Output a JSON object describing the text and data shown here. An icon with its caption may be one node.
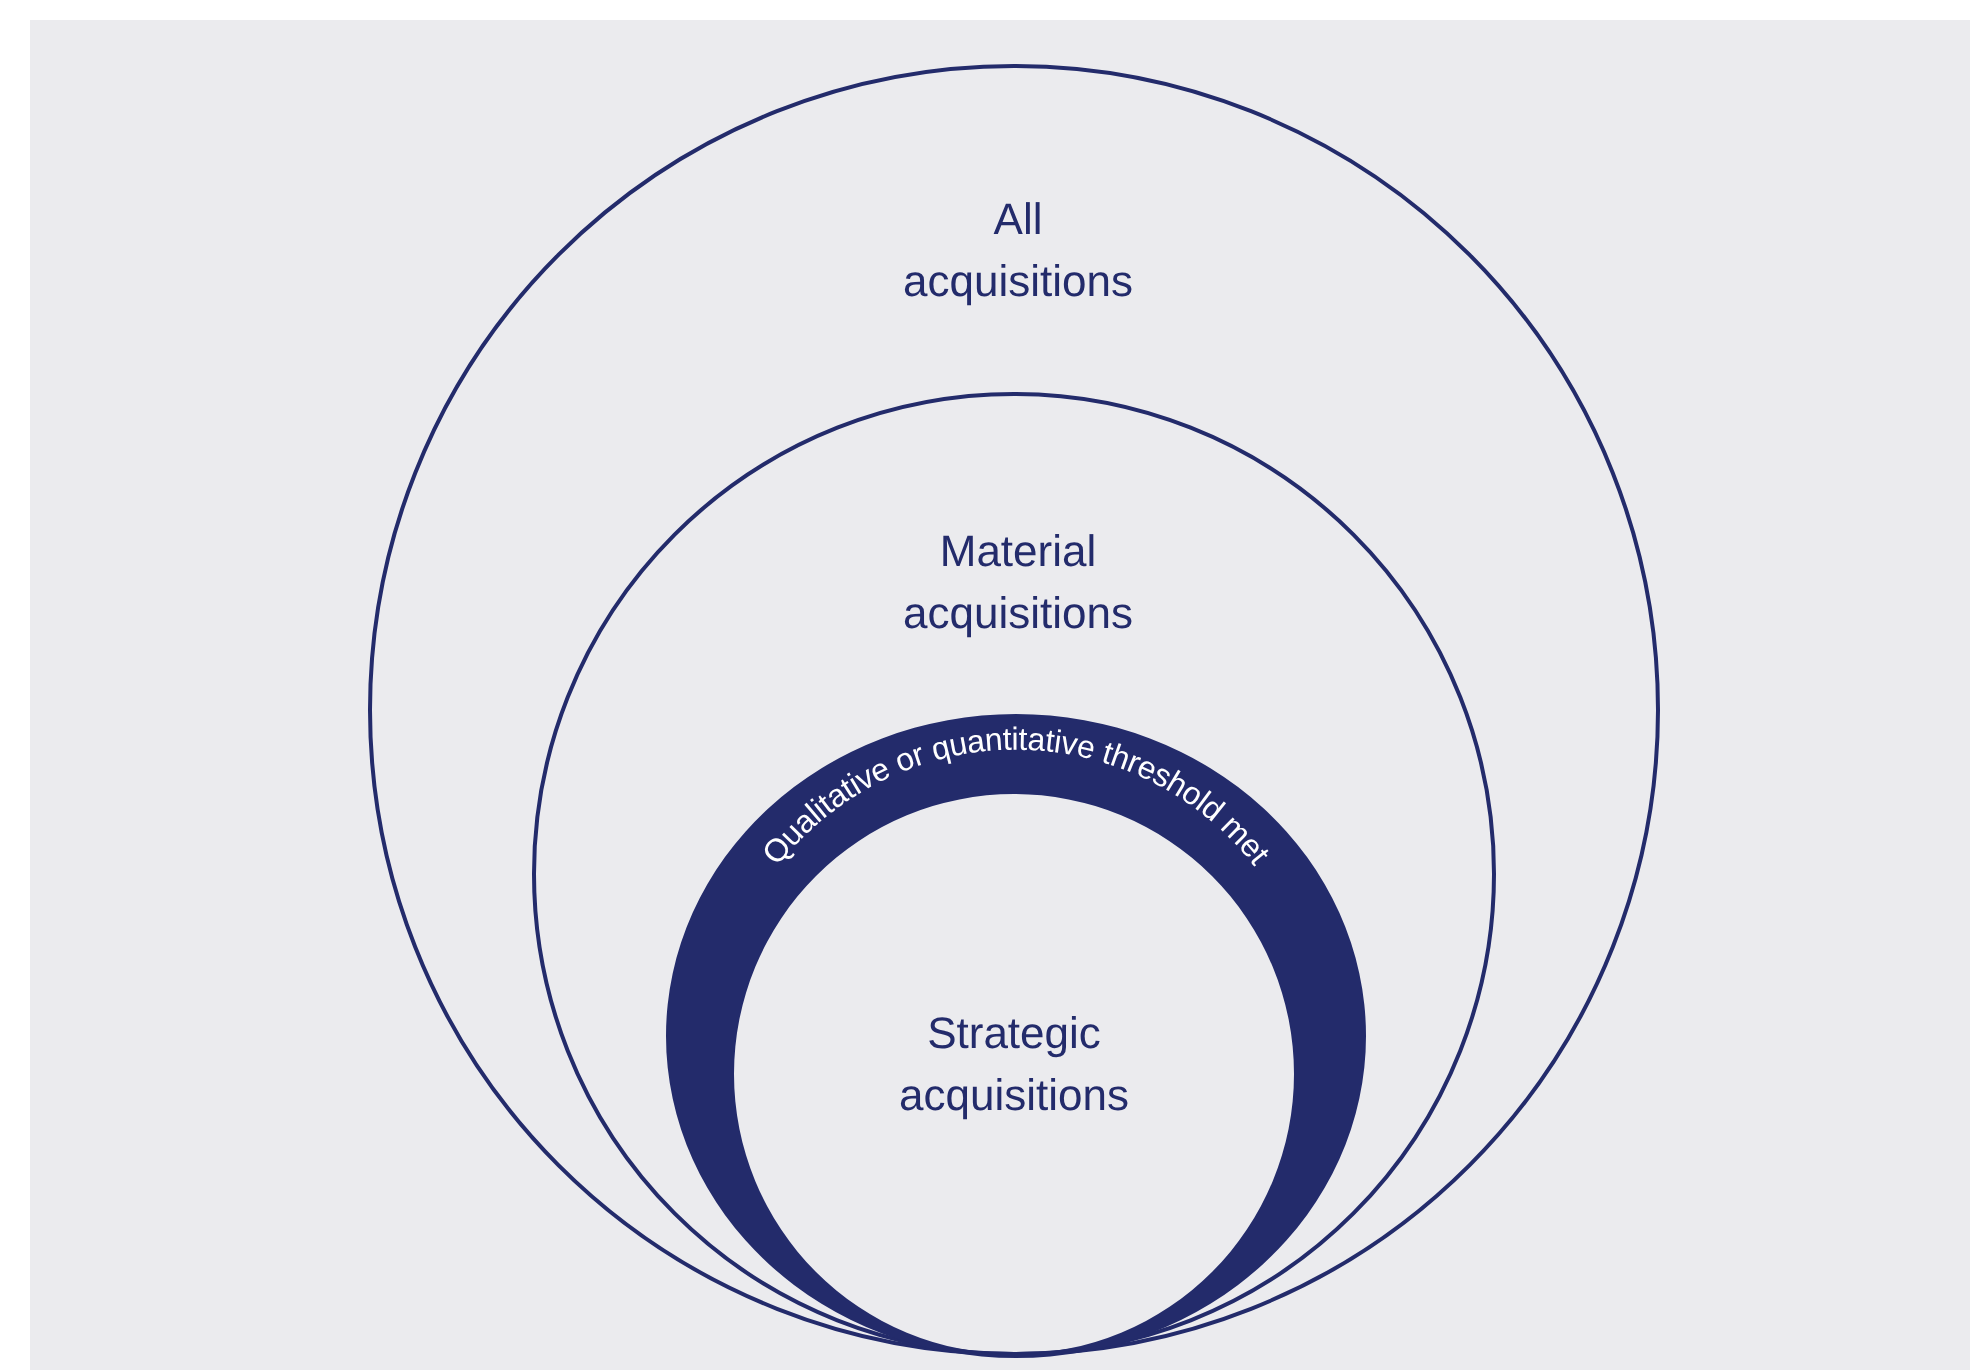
{
  "diagram": {
    "nodes": [
      {
        "text": [
          "All acquisitions"
        ]
      },
      {
        "text": [
          "Material acquisitions"
        ],
        "in": 0
      },
      {
        "text": [
          "Qualitative or quantitative threshold met"
        ],
        "in": 1
      },
      {
        "text": [
          "Strategic acquisitions"
        ],
        "in": 2
      }
    ]
  }
}
